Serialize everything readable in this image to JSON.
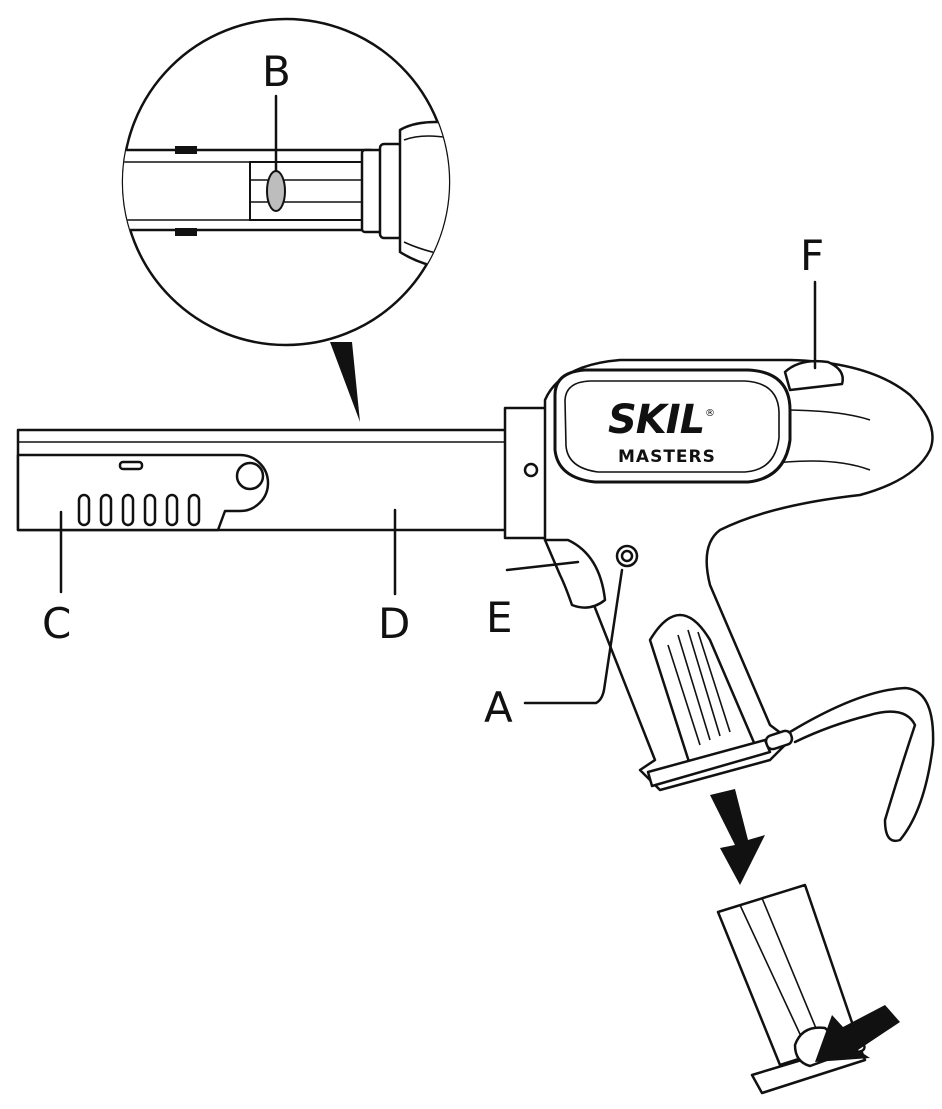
{
  "labels": {
    "a": "A",
    "b": "B",
    "c": "C",
    "d": "D",
    "e": "E",
    "f": "F"
  },
  "logo": {
    "brand": "SKIL",
    "registered": "®",
    "line": "MASTERS"
  },
  "colors": {
    "ink": "#111111",
    "paper": "#ffffff",
    "grey": "#bdbdbd"
  }
}
